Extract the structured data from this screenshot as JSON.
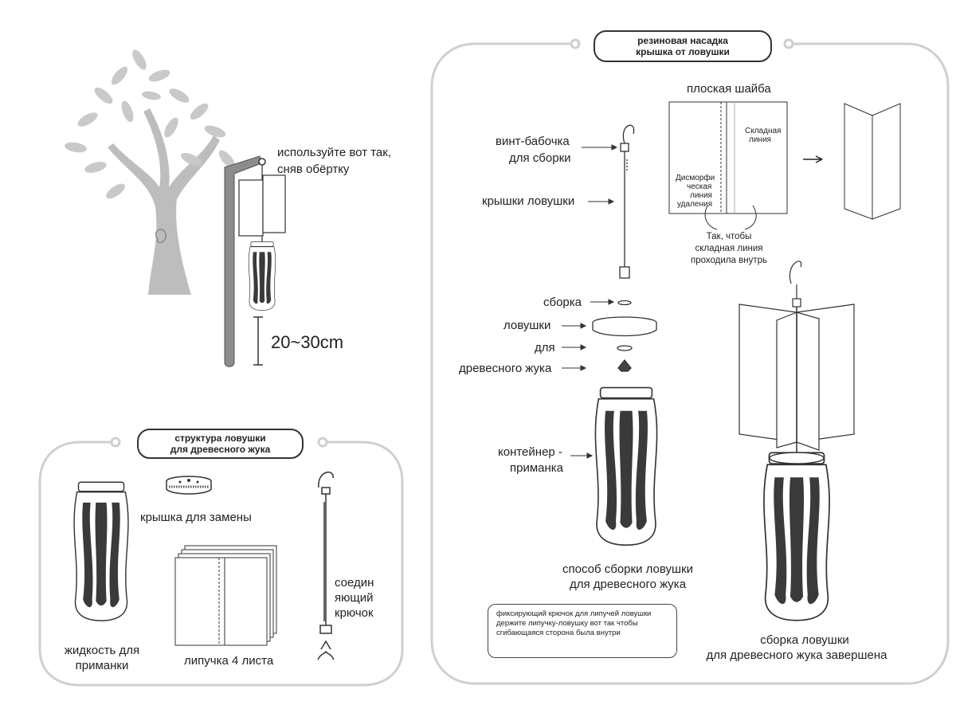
{
  "colors": {
    "frame": "#cfcfcf",
    "ink": "#333333",
    "tree": "#bdbdbd",
    "grip": "#3a3a3a",
    "pole": "#8c8c8c"
  },
  "usage": {
    "line1": "используйте вот так,",
    "line2": "сняв обёртку",
    "height": "20~30cm"
  },
  "structure": {
    "title_line1": "структура ловушки",
    "title_line2": "для древесного жука",
    "bottle_line1": "жидкость для",
    "bottle_line2": "приманки",
    "cap": "крышка для замены",
    "sheets": "липучка 4 листа",
    "hook_line1": "соедин",
    "hook_line2": "яющий",
    "hook_line3": "крючок"
  },
  "assembly": {
    "title_line1": "резиновая насадка",
    "title_line2": "крышка от ловушки",
    "washer": "плоская шайба",
    "fold_line1": "Складная",
    "fold_line2": "линия",
    "cut_line1": "Дисморфи",
    "cut_line2": "ческая",
    "cut_line3": "линия",
    "cut_line4": "удаления",
    "inside_line1": "Так, чтобы",
    "inside_line2": "складная линия",
    "inside_line3": "проходила внутрь",
    "wingnut_line1": "винт-бабочка",
    "wingnut_line2": "для сборки",
    "caps": "крышки ловушки",
    "step1": "сборка",
    "step2": "ловушки",
    "step3": "для",
    "step4": "древесного жука",
    "container_line1": "контейнер -",
    "container_line2": "приманка",
    "method_line1": "способ сборки ловушки",
    "method_line2": "для древесного жука",
    "note": "фиксирующий крючок для липучей ловушки держите липучку-ловушку вот так чтобы сгибающаяся сторона была внутри",
    "done_line1": "сборка ловушки",
    "done_line2": "для древесного жука завершена"
  }
}
